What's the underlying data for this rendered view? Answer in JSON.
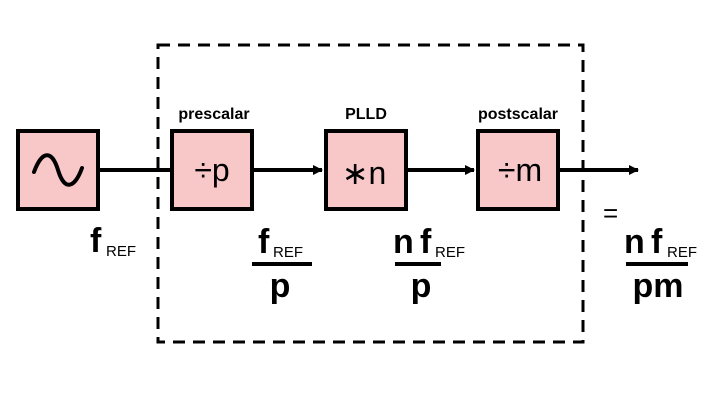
{
  "blocks": {
    "prescalar": {
      "label": "prescalar",
      "text": "÷p"
    },
    "plld": {
      "label": "PLLD",
      "text": "∗n"
    },
    "postscalar": {
      "label": "postscalar",
      "text": "÷m"
    }
  },
  "signals": {
    "reference": {
      "f": "f",
      "sub": "REF"
    },
    "after_prescalar": {
      "num_f": "f",
      "num_sub": "REF",
      "den": "p"
    },
    "after_plld": {
      "num_n": "n",
      "num_f": "f",
      "num_sub": "REF",
      "den": "p"
    },
    "output": {
      "equals": "=",
      "num_n": "n",
      "num_f": "f",
      "num_sub": "REF",
      "den": "pm"
    }
  },
  "colors": {
    "block_fill": "#f8c8c8",
    "stroke": "#000000"
  },
  "icons": {
    "oscillator": "sine-wave-icon"
  }
}
